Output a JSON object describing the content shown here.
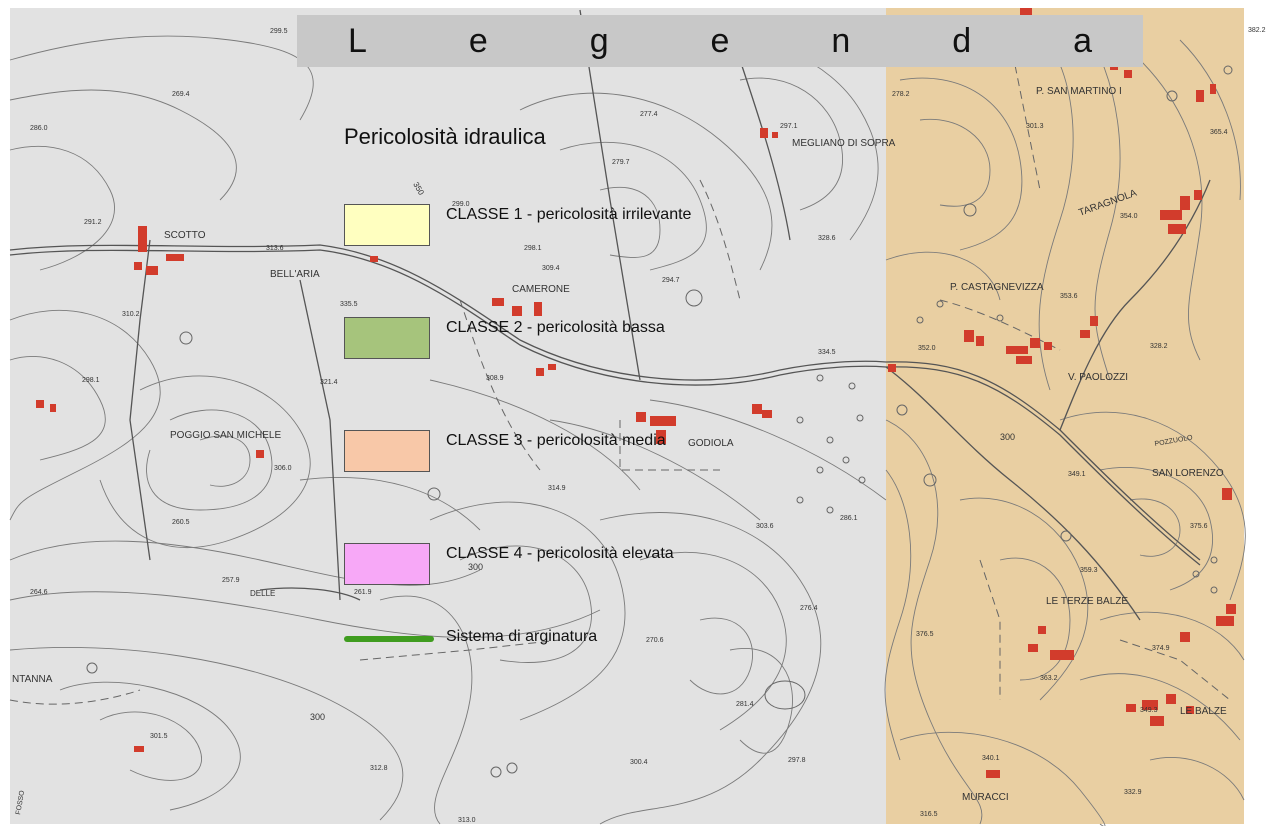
{
  "legend": {
    "title_letters": [
      "L",
      "e",
      "g",
      "e",
      "n",
      "d",
      "a"
    ],
    "heading": "Pericolosità idraulica",
    "items": [
      {
        "label": "CLASSE 1 - pericolosità irrilevante",
        "color": "#ffffc0"
      },
      {
        "label": "CLASSE 2 - pericolosità bassa",
        "color": "#a6c47c"
      },
      {
        "label": "CLASSE 3 - pericolosità media",
        "color": "#f8c8a8"
      },
      {
        "label": "CLASSE 4 - pericolosità elevata",
        "color": "#f7a8f7"
      }
    ],
    "line_item": {
      "label": "Sistema di arginatura",
      "color": "#3f9c1f"
    }
  },
  "map": {
    "colors": {
      "base": "#e2e2e2",
      "shaded_zone": "#e9cfa2",
      "building": "#d23c2c",
      "lines": "#6a6a6a"
    },
    "place_names": [
      "SCOTTO",
      "BELL'ARIA",
      "CAMERONE",
      "MEGLIANO DI SOPRA",
      "P. SAN MARTINO I",
      "TARAGNOLA",
      "P. CASTAGNEVIZZA",
      "V. PAOLOZZI",
      "POGGIO SAN MICHELE",
      "GODIOLA",
      "SAN LORENZO",
      "LE TERZE BALZE",
      "LE BALZE",
      "MURACCI",
      "NTANNA",
      "DELLE",
      "POZZUOLO",
      "FOSSO"
    ],
    "elevations": [
      "269.4",
      "286.0",
      "291.2",
      "310.2",
      "313.6",
      "299.0",
      "298.1",
      "309.4",
      "294.7",
      "277.4",
      "279.7",
      "297.1",
      "278.2",
      "301.3",
      "365.4",
      "354.0",
      "328.6",
      "353.6",
      "352.0",
      "328.2",
      "335.5",
      "321.4",
      "308.9",
      "334.5",
      "298.1",
      "306.0",
      "260.5",
      "257.9",
      "264.6",
      "261.9",
      "276.4",
      "270.6",
      "281.4",
      "301.5",
      "312.8",
      "300.4",
      "297.8",
      "313.0",
      "314.9",
      "303.6",
      "286.1",
      "349.1",
      "375.6",
      "359.3",
      "376.5",
      "374.9",
      "363.2",
      "349.3",
      "340.1",
      "316.5",
      "332.9",
      "382.2",
      "300",
      "300",
      "300",
      "350",
      "299.5"
    ]
  }
}
